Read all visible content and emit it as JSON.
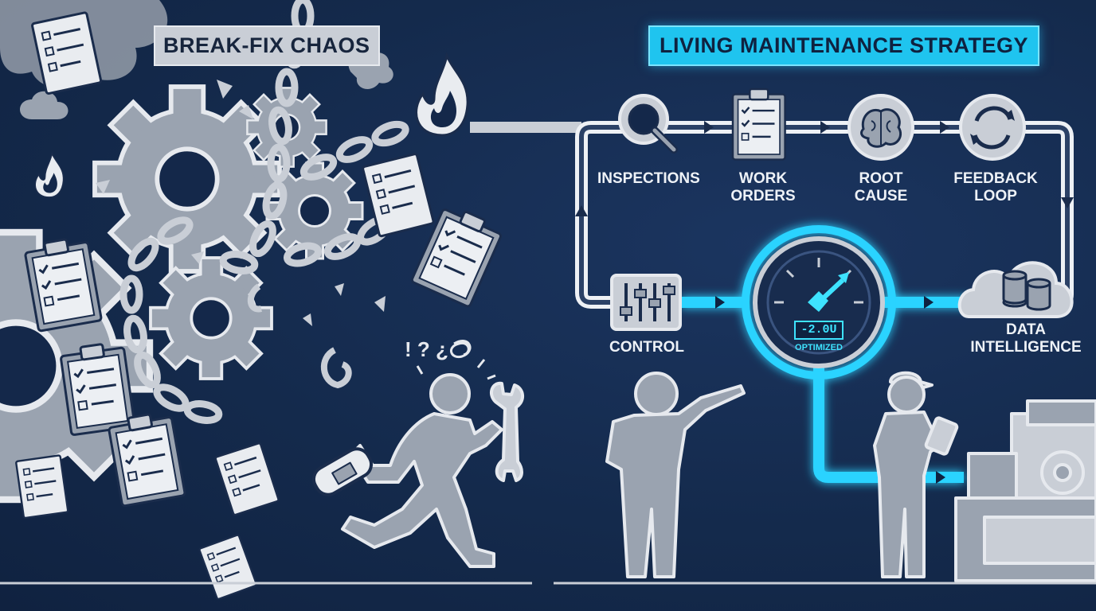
{
  "left_panel": {
    "title": "BREAK-FIX CHAOS",
    "punctuation": "! ? ¿"
  },
  "right_panel": {
    "title": "LIVING MAINTENANCE STRATEGY",
    "steps": [
      {
        "label": "INSPECTIONS",
        "icon": "magnifier-icon"
      },
      {
        "label": "WORK\nORDERS",
        "icon": "clipboard-icon"
      },
      {
        "label": "ROOT\nCAUSE",
        "icon": "brain-icon"
      },
      {
        "label": "FEEDBACK\nLOOP",
        "icon": "cycle-icon"
      },
      {
        "label": "DATA\nINTELLIGENCE",
        "icon": "cloud-database-icon"
      },
      {
        "label": "CONTROL",
        "icon": "sliders-icon"
      }
    ],
    "gauge": {
      "readout": "-2.0U",
      "status": "OPTIMIZED"
    }
  },
  "colors": {
    "background": "#14284a",
    "accent_cyan": "#29d3ff",
    "gray_fill": "#9aa3b0",
    "light_gray": "#c9ced6"
  }
}
